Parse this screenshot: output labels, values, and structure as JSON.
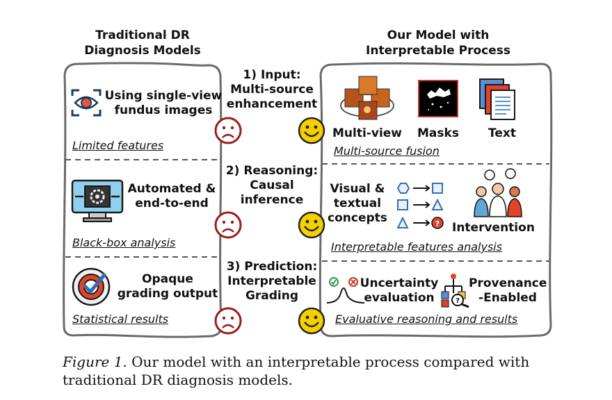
{
  "left_header": "Traditional DR\nDiagnosis Models",
  "right_header": "Our Model with\nInterpretable Process",
  "steps": [
    {
      "label": "1) Input:\nMulti-source\nenhancement"
    },
    {
      "label": "2) Reasoning:\nCausal\ninference"
    },
    {
      "label": "3) Prediction:\nInterpretable\nGrading"
    }
  ],
  "left_rows": [
    {
      "text": "Using single-view\nfundus images",
      "footer": "Limited features",
      "icon": "eye-scan-icon"
    },
    {
      "text": "Automated &\nend-to-end",
      "footer": "Black-box analysis",
      "icon": "monitor-gear-icon"
    },
    {
      "text": "Opaque\ngrading output",
      "footer": "Statistical results",
      "icon": "target-check-icon"
    }
  ],
  "right_row1": {
    "items": [
      {
        "label": "Multi-view",
        "icon": "multi-view-fundus-icon"
      },
      {
        "label": "Masks",
        "icon": "lesion-mask-icon"
      },
      {
        "label": "Text",
        "icon": "text-documents-icon"
      }
    ],
    "footer": "Multi-source fusion"
  },
  "right_row2": {
    "concepts_label": "Visual &\ntextual\nconcepts",
    "intervention_label": "Intervention",
    "footer": "Interpretable features analysis"
  },
  "right_row3": {
    "uncertainty_label": "Uncertainty\nevaluation",
    "provenance_label": "Provenance\n-Enabled",
    "footer": "Evaluative reasoning and results"
  },
  "caption": {
    "figure_label": "Figure 1.",
    "text": "Our model with an interpretable process compared with traditional DR diagnosis models."
  },
  "colors": {
    "sad": "#9b1b1b",
    "happy": "#f5d000",
    "accent_red": "#e0442a",
    "icon_blue": "#2f6fb3"
  }
}
